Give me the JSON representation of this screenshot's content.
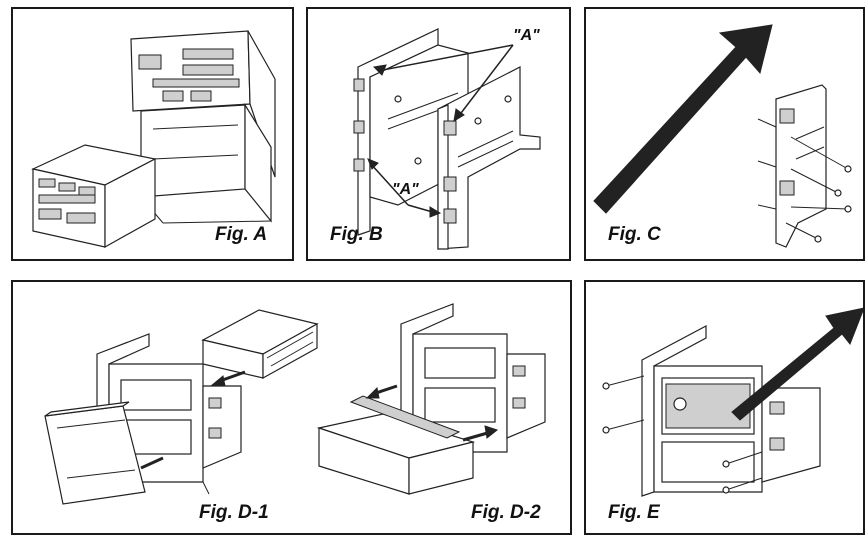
{
  "figures": {
    "a": {
      "label": "Fig. A"
    },
    "b": {
      "label": "Fig. B",
      "callouts": [
        "\"A\"",
        "\"A\""
      ]
    },
    "c": {
      "label": "Fig. C"
    },
    "d1": {
      "label": "Fig. D-1"
    },
    "d2": {
      "label": "Fig. D-2"
    },
    "e": {
      "label": "Fig. E"
    }
  },
  "colors": {
    "border": "#1a1a1a",
    "ink": "#222222",
    "arrow": "#222222"
  }
}
